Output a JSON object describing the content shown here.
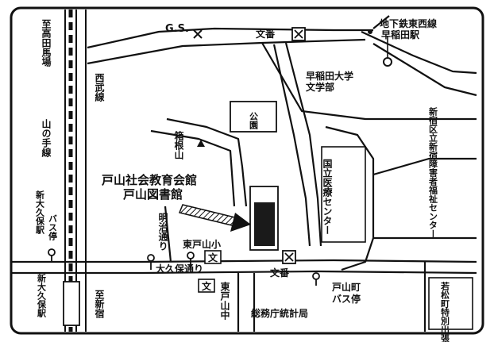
{
  "map": {
    "gas_station": "G.S.",
    "koban": "文番",
    "subway_station": {
      "line1": "地下鉄東西線",
      "line2": "早稲田駅"
    },
    "waseda": {
      "line1": "早稲田大学",
      "line2": "文学部"
    },
    "park_sign": "公園",
    "hakoneyama": "箱根山",
    "shinjuku_center": "新宿区立新宿障害者福祉センター",
    "hospital": "国立医療センター",
    "target": {
      "line1": "戸山社会教育会館",
      "line2": "戸山図書館"
    },
    "meiji_dori": "明治通り",
    "higashi_toyama_elem": "東戸山小",
    "school_mark": "文",
    "okubo_dori": "大久保通り",
    "higashi_toyama_jhs": "東戸山中",
    "toyamacho_bus": {
      "line1": "戸山町",
      "line2": "バス停"
    },
    "wakamatsu": "若松町特別出張所",
    "statistics_bureau": "総務庁統計局",
    "to_takadanobaba": "至高田馬場",
    "yamanote": "山の手線",
    "seibu": "西武線",
    "shinokubo_bus": {
      "line1": "新大久保駅",
      "line2": "バス停"
    },
    "shinokubo_station": "新大久保駅",
    "to_shinjuku": "至新宿"
  }
}
